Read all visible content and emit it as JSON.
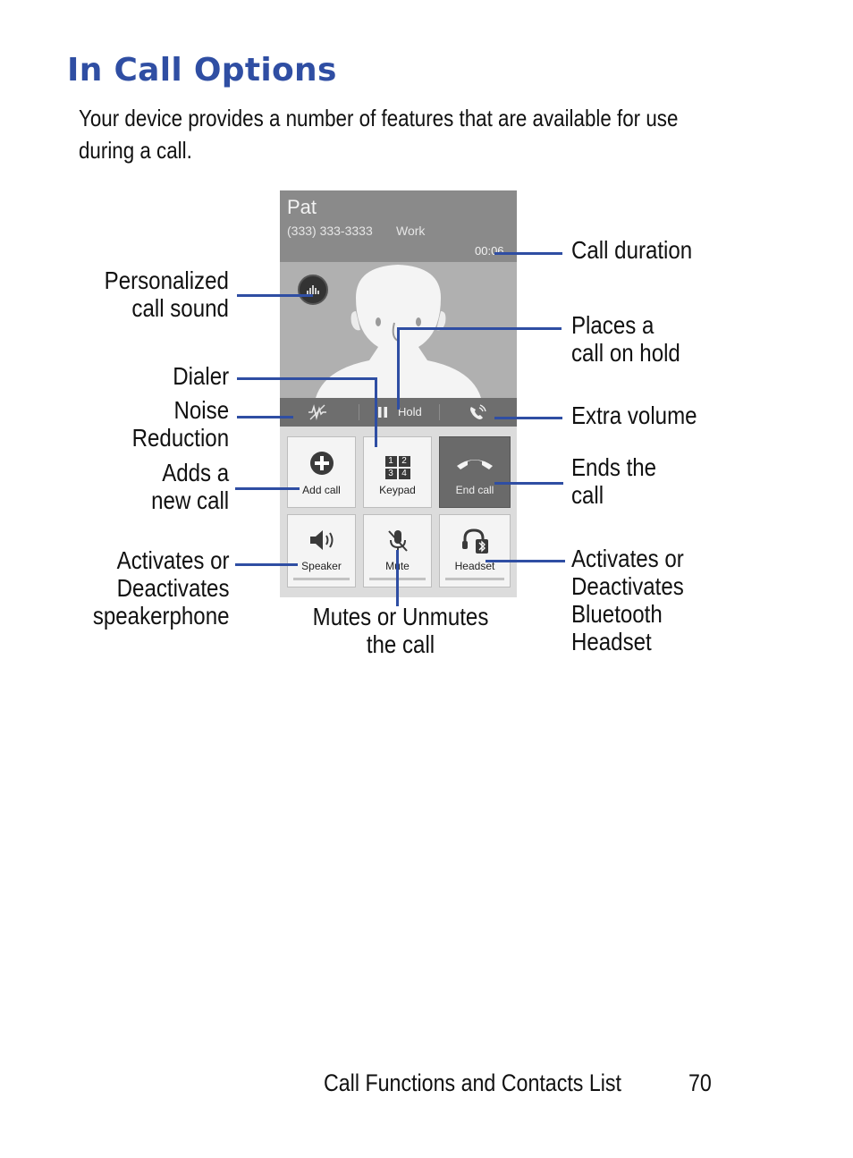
{
  "title": "In Call Options",
  "intro": "Your device provides a number of features that are available for use during a call.",
  "screen": {
    "caller_name": "Pat",
    "caller_number": "(333) 333-3333",
    "caller_type": "Work",
    "duration": "00:06",
    "hold_label": "Hold",
    "buttons": {
      "add_call": "Add call",
      "keypad": "Keypad",
      "end_call": "End call",
      "speaker": "Speaker",
      "mute": "Mute",
      "headset": "Headset"
    },
    "keypad_digits": [
      "1",
      "2",
      "3",
      "4"
    ]
  },
  "callouts": {
    "personalized": [
      "Personalized",
      "call sound"
    ],
    "dialer": [
      "Dialer"
    ],
    "noise": [
      "Noise",
      "Reduction"
    ],
    "adds_call": [
      "Adds a",
      "new call"
    ],
    "speakerphone": [
      "Activates or",
      "Deactivates",
      "speakerphone"
    ],
    "call_duration": [
      "Call duration"
    ],
    "hold": [
      "Places a",
      "call on hold"
    ],
    "extra_volume": [
      "Extra volume"
    ],
    "ends_call": [
      "Ends the",
      "call"
    ],
    "bluetooth": [
      "Activates or",
      "Deactivates",
      "Bluetooth",
      "Headset"
    ],
    "mute": [
      "Mutes or Unmutes",
      "the call"
    ]
  },
  "footer": {
    "section": "Call Functions and Contacts List",
    "page": "70"
  },
  "colors": {
    "title": "#2f4ea3",
    "callout_line": "#2f4ea3"
  }
}
